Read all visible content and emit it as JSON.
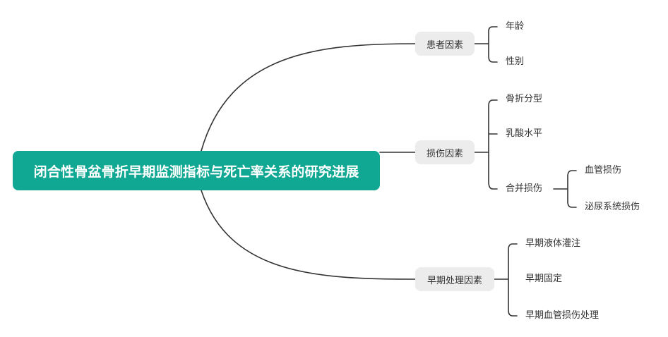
{
  "root": {
    "label": "闭合性骨盆骨折早期监测指标与死亡率关系的研究进展"
  },
  "branches": [
    {
      "label": "患者因素",
      "children": [
        {
          "label": "年龄"
        },
        {
          "label": "性别"
        }
      ]
    },
    {
      "label": "损伤因素",
      "children": [
        {
          "label": "骨折分型"
        },
        {
          "label": "乳酸水平"
        },
        {
          "label": "合并损伤",
          "children": [
            {
              "label": "血管损伤"
            },
            {
              "label": "泌尿系统损伤"
            }
          ]
        }
      ]
    },
    {
      "label": "早期处理因素",
      "children": [
        {
          "label": "早期液体灌注"
        },
        {
          "label": "早期固定"
        },
        {
          "label": "早期血管损伤处理"
        }
      ]
    }
  ],
  "colors": {
    "root_fill": "#11a893",
    "branch_fill": "#ececec",
    "line": "#333333"
  }
}
